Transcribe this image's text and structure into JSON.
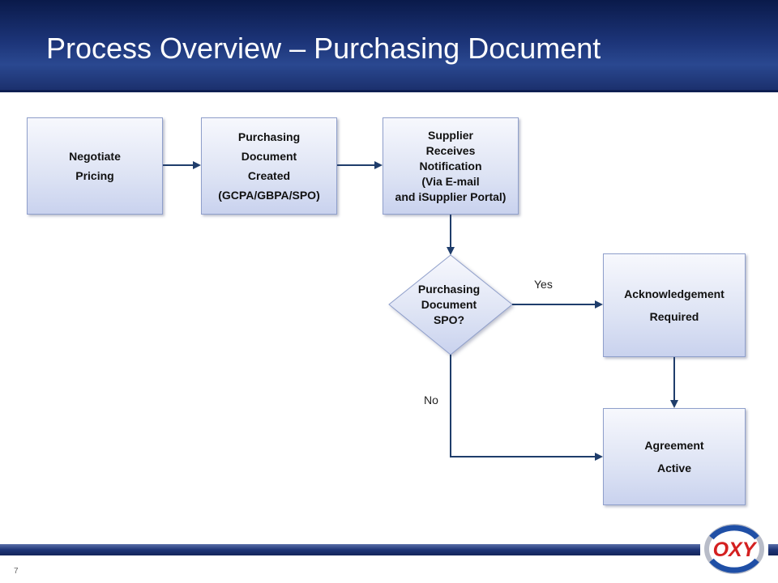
{
  "slide": {
    "title": "Process Overview – Purchasing Document",
    "page_number": "7"
  },
  "flow": {
    "nodes": [
      {
        "id": "negotiate",
        "lines": [
          "Negotiate",
          "Pricing"
        ]
      },
      {
        "id": "created",
        "lines": [
          "Purchasing",
          "Document",
          "Created",
          "(GCPA/GBPA/SPO)"
        ]
      },
      {
        "id": "notification",
        "lines": [
          "Supplier",
          "Receives",
          "Notification",
          "(Via E-mail",
          "and iSupplier Portal)"
        ]
      },
      {
        "id": "decision",
        "lines": [
          "Purchasing",
          "Document",
          "SPO?"
        ]
      },
      {
        "id": "ack",
        "lines": [
          "Acknowledgement",
          "Required"
        ]
      },
      {
        "id": "active",
        "lines": [
          "Agreement",
          "Active"
        ]
      }
    ],
    "edges": {
      "yes_label": "Yes",
      "no_label": "No"
    }
  },
  "logo": {
    "text": "OXY",
    "colors": {
      "ring_blue": "#1f4fa6",
      "text_red": "#d42020",
      "ring_silver": "#b8bcc8"
    }
  },
  "colors": {
    "header_dark": "#0a1a4a",
    "header_mid": "#2a4890",
    "node_fill_light": "#f7f8fd",
    "node_fill_dark": "#c9d2ee",
    "node_border": "#8f9fcb",
    "connector": "#1f3d6b"
  }
}
